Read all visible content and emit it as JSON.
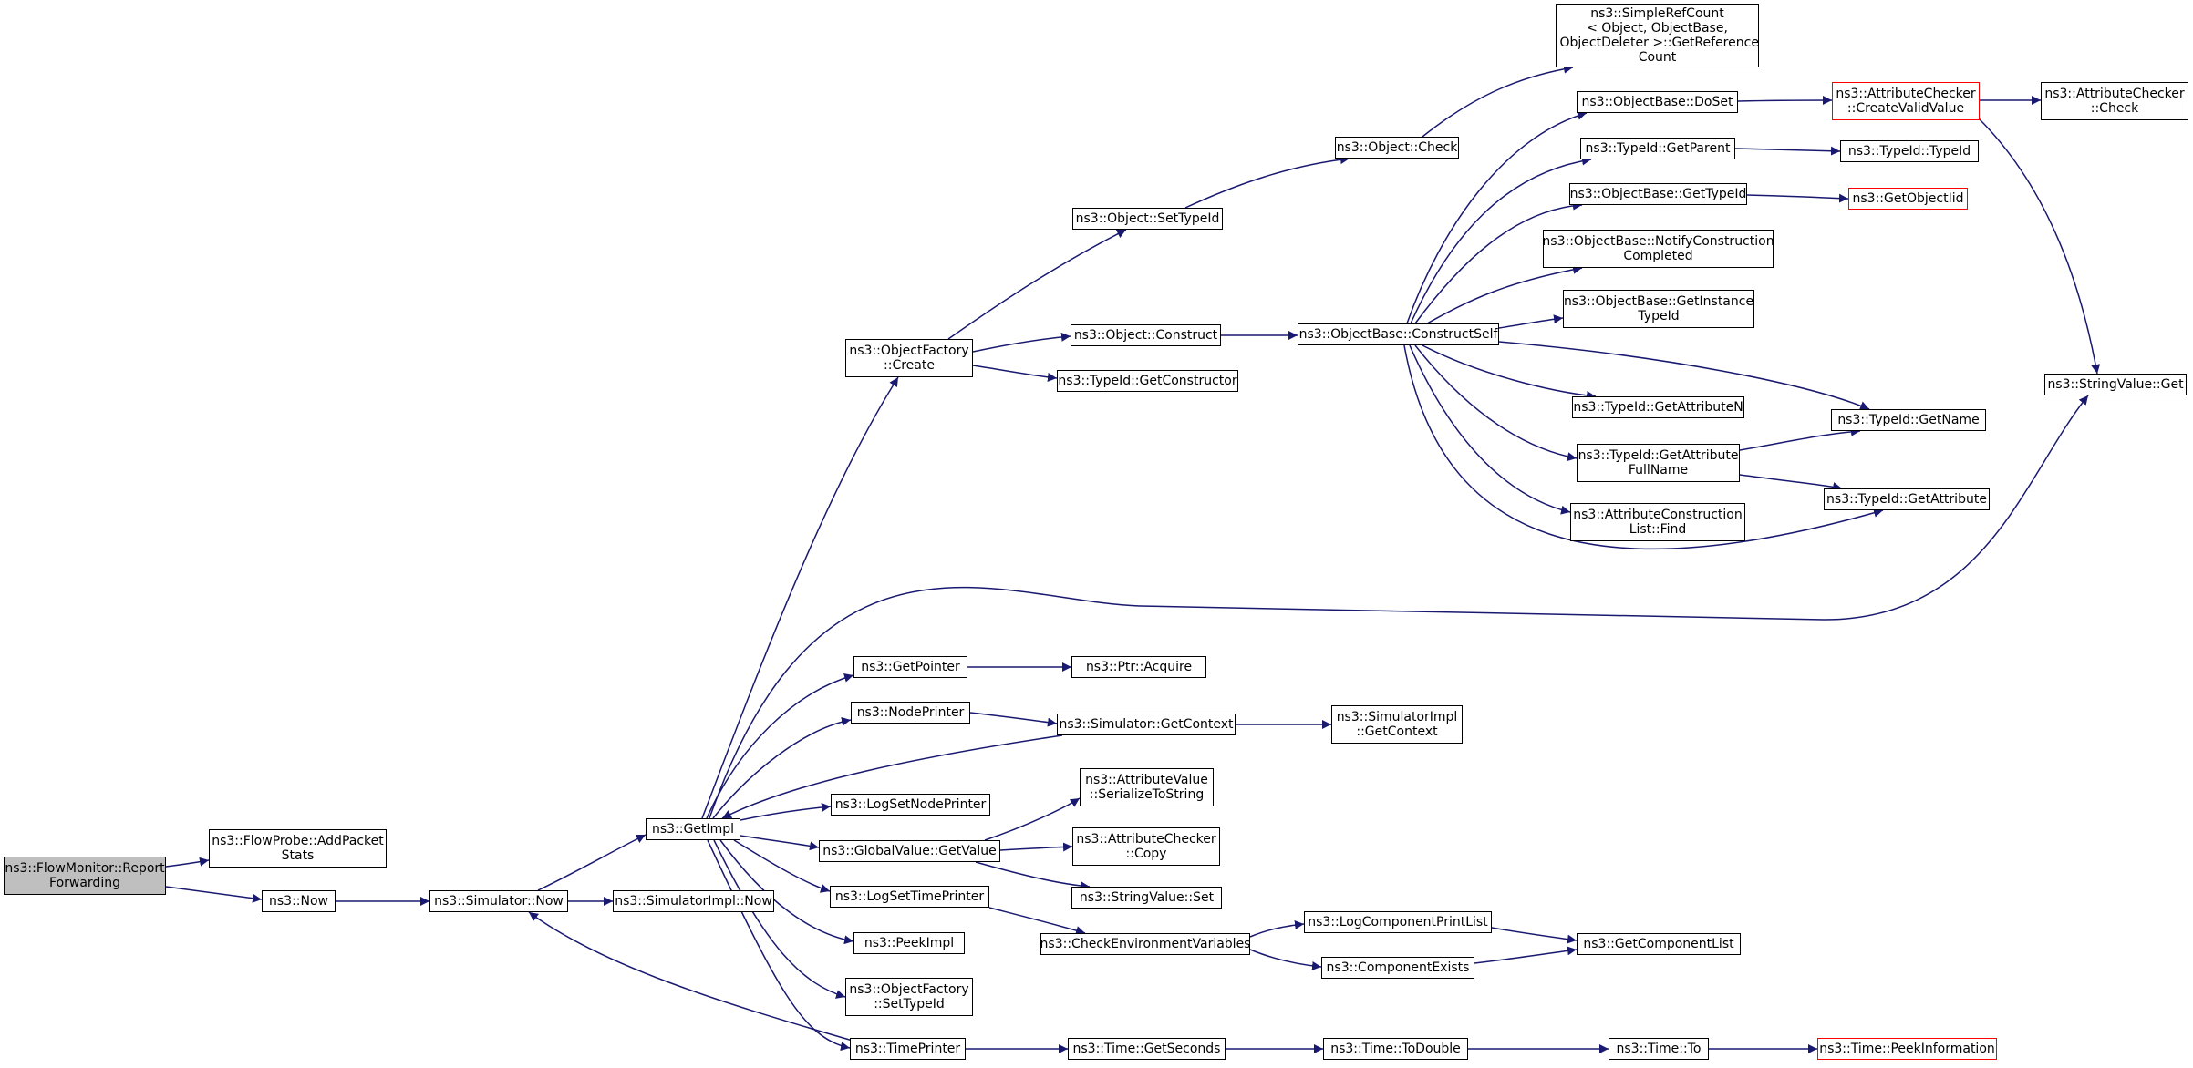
{
  "colors": {
    "edge": "#191970",
    "border": "#000000",
    "truncated_border": "#ff0000",
    "root_fill": "#bfbfbf"
  },
  "nodes": {
    "report_forwarding": "ns3::FlowMonitor::Report\nForwarding",
    "add_packet_stats": "ns3::FlowProbe::AddPacket\nStats",
    "now": "ns3::Now",
    "simulator_now": "ns3::Simulator::Now",
    "get_impl": "ns3::GetImpl",
    "simulatorimpl_now": "ns3::SimulatorImpl::Now",
    "objectfactory_create": "ns3::ObjectFactory\n::Create",
    "get_pointer": "ns3::GetPointer",
    "node_printer": "ns3::NodePrinter",
    "log_set_node_printer": "ns3::LogSetNodePrinter",
    "globalvalue_getvalue": "ns3::GlobalValue::GetValue",
    "log_set_time_printer": "ns3::LogSetTimePrinter",
    "peek_impl": "ns3::PeekImpl",
    "objectfactory_settypeid": "ns3::ObjectFactory\n::SetTypeId",
    "time_printer": "ns3::TimePrinter",
    "object_settypeid": "ns3::Object::SetTypeId",
    "object_construct": "ns3::Object::Construct",
    "typeid_getconstructor": "ns3::TypeId::GetConstructor",
    "ptr_acquire": "ns3::Ptr::Acquire",
    "simulator_getcontext": "ns3::Simulator::GetContext",
    "attributevalue_serialize": "ns3::AttributeValue\n::SerializeToString",
    "attributechecker_copy": "ns3::AttributeChecker\n::Copy",
    "stringvalue_set": "ns3::StringValue::Set",
    "check_env_vars": "ns3::CheckEnvironmentVariables",
    "time_getseconds": "ns3::Time::GetSeconds",
    "object_check": "ns3::Object::Check",
    "objectbase_constructself": "ns3::ObjectBase::ConstructSelf",
    "simulatorimpl_getcontext": "ns3::SimulatorImpl\n::GetContext",
    "log_component_print_list": "ns3::LogComponentPrintList",
    "component_exists": "ns3::ComponentExists",
    "time_todouble": "ns3::Time::ToDouble",
    "simplerefcount_getref": "ns3::SimpleRefCount\n< Object, ObjectBase,\n ObjectDeleter >::GetReference\nCount",
    "objectbase_doset": "ns3::ObjectBase::DoSet",
    "typeid_getparent": "ns3::TypeId::GetParent",
    "objectbase_gettypeid": "ns3::ObjectBase::GetTypeId",
    "objectbase_notify": "ns3::ObjectBase::NotifyConstruction\nCompleted",
    "objectbase_getinstance": "ns3::ObjectBase::GetInstance\nTypeId",
    "typeid_getattributen": "ns3::TypeId::GetAttributeN",
    "typeid_getattributefullname": "ns3::TypeId::GetAttribute\nFullName",
    "attributeconstructionlist_find": "ns3::AttributeConstruction\nList::Find",
    "get_component_list": "ns3::GetComponentList",
    "time_to": "ns3::Time::To",
    "attributechecker_createvalid": "ns3::AttributeChecker\n::CreateValidValue",
    "typeid_typeid": "ns3::TypeId::TypeId",
    "get_object_iid": "ns3::GetObjectIid",
    "typeid_getname": "ns3::TypeId::GetName",
    "typeid_getattribute": "ns3::TypeId::GetAttribute",
    "time_peekinformation": "ns3::Time::PeekInformation",
    "attributechecker_check": "ns3::AttributeChecker\n::Check",
    "stringvalue_get": "ns3::StringValue::Get"
  }
}
